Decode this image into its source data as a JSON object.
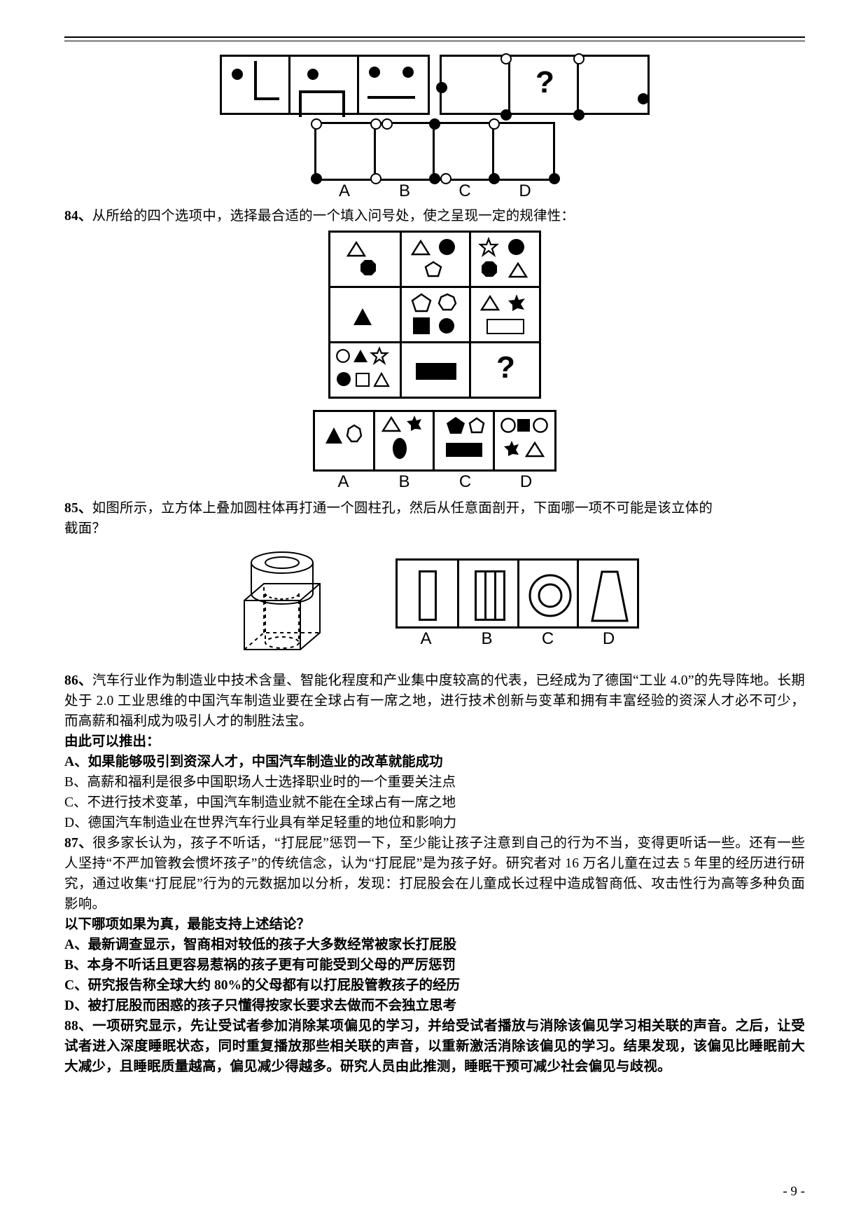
{
  "page": {
    "number_label": "- 9 -"
  },
  "q83": {
    "option_labels": [
      "A",
      "B",
      "C",
      "D"
    ],
    "figure_type": "figure-reasoning-matrix-row-with-question-mark",
    "question_mark": "?"
  },
  "q84": {
    "number": "84、",
    "stem": "从所给的四个选项中，选择最合适的一个填入问号处，使之呈现一定的规律性：",
    "question_mark": "?",
    "option_labels": [
      "A",
      "B",
      "C",
      "D"
    ]
  },
  "q85": {
    "number": "85、",
    "stem_line1": "如图所示，立方体上叠加圆柱体再打通一个圆柱孔，然后从任意面剖开，下面哪一项不可能是该立体的",
    "stem_line2": "截面？",
    "option_labels": [
      "A",
      "B",
      "C",
      "D"
    ]
  },
  "q86": {
    "number": "86、",
    "stem": "汽车行业作为制造业中技术含量、智能化程度和产业集中度较高的代表，已经成为了德国“工业 4.0”的先导阵地。长期处于 2.0 工业思维的中国汽车制造业要在全球占有一席之地，进行技术创新与变革和拥有丰富经验的资深人才必不可少，而高薪和福利成为吸引人才的制胜法宝。",
    "prompt": "由此可以推出：",
    "options": [
      "A、如果能够吸引到资深人才，中国汽车制造业的改革就能成功",
      "B、高薪和福利是很多中国职场人士选择职业时的一个重要关注点",
      "C、不进行技术变革，中国汽车制造业就不能在全球占有一席之地",
      "D、德国汽车制造业在世界汽车行业具有举足轻重的地位和影响力"
    ]
  },
  "q87": {
    "number": "87、",
    "stem": "很多家长认为，孩子不听话，“打屁屁”惩罚一下，至少能让孩子注意到自己的行为不当，变得更听话一些。还有一些人坚持“不严加管教会惯坏孩子”的传统信念，认为“打屁屁”是为孩子好。研究者对 16 万名儿童在过去 5 年里的经历进行研究，通过收集“打屁屁”行为的元数据加以分析，发现：打屁股会在儿童成长过程中造成智商低、攻击性行为高等多种负面影响。",
    "prompt": "以下哪项如果为真，最能支持上述结论？",
    "options": [
      "A、最新调查显示，智商相对较低的孩子大多数经常被家长打屁股",
      "B、本身不听话且更容易惹祸的孩子更有可能受到父母的严厉惩罚",
      "C、研究报告称全球大约 80%的父母都有以打屁股管教孩子的经历",
      "D、被打屁股而困惑的孩子只懂得按家长要求去做而不会独立思考"
    ]
  },
  "q88": {
    "number": "88、",
    "stem": "一项研究显示，先让受试者参加消除某项偏见的学习，并给受试者播放与消除该偏见学习相关联的声音。之后，让受试者进入深度睡眠状态，同时重复播放那些相关联的声音，以重新激活消除该偏见的学习。结果发现，该偏见比睡眠前大大减少，且睡眠质量越高，偏见减少得越多。研究人员由此推测，睡眠干预可减少社会偏见与歧视。"
  }
}
